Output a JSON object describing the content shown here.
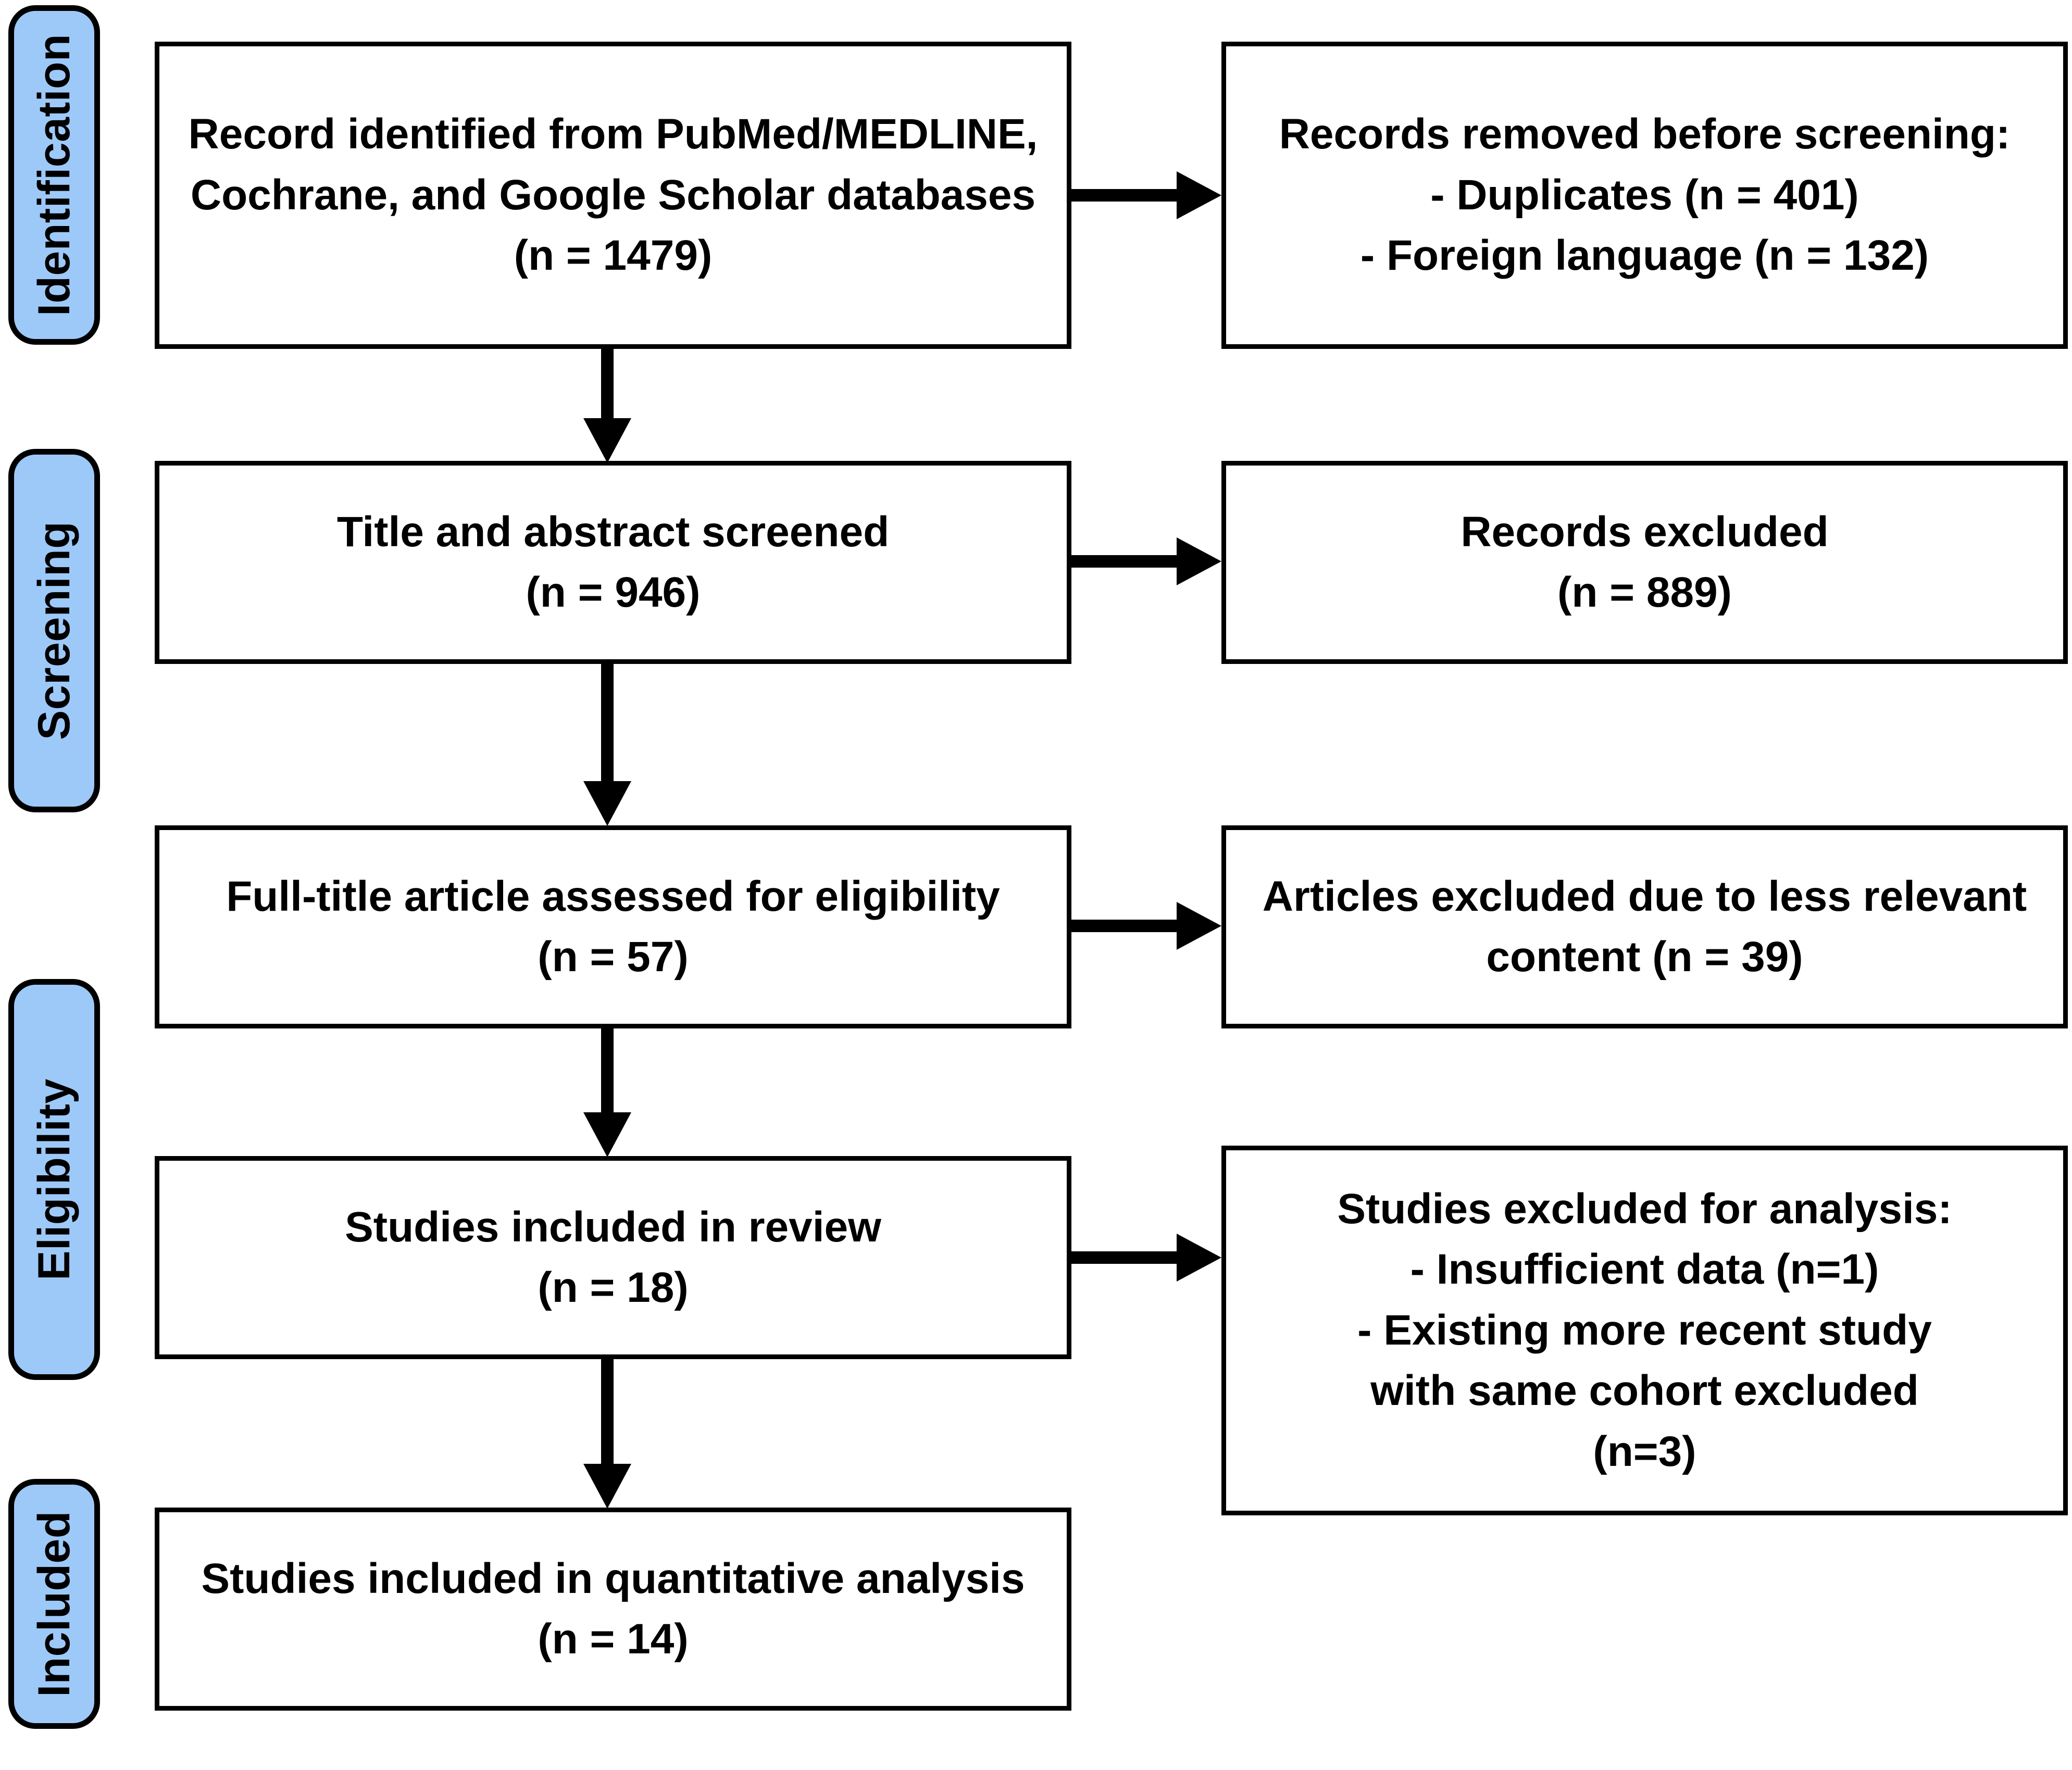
{
  "diagram": {
    "type": "prisma-flow-diagram",
    "accent_color": "#9DC9F8",
    "line_color": "#000000",
    "background_color": "#FFFFFF"
  },
  "stages": [
    {
      "id": "identification",
      "label": "Identification"
    },
    {
      "id": "screening",
      "label": "Screening"
    },
    {
      "id": "eligibility",
      "label": "Eligibility"
    },
    {
      "id": "included",
      "label": "Included"
    }
  ],
  "boxes": {
    "records_identified": {
      "text": "Record identified from PubMed/MEDLINE,\nCochrane, and Google Scholar databases\n(n = 1479)",
      "n": 1479
    },
    "records_removed": {
      "text": "Records removed before screening:\n - Duplicates (n = 401)\n - Foreign language (n = 132)",
      "duplicates_n": 401,
      "foreign_language_n": 132
    },
    "title_abstract_screened": {
      "text": "Title and abstract screened\n(n = 946)",
      "n": 946
    },
    "records_excluded": {
      "text": "Records excluded\n(n = 889)",
      "n": 889
    },
    "full_text_assessed": {
      "text": "Full-title article assessed for eligibility\n(n = 57)",
      "n": 57
    },
    "articles_excluded": {
      "text": "Articles excluded due to less relevant\ncontent (n = 39)",
      "n": 39
    },
    "studies_included_review": {
      "text": "Studies included in review\n(n = 18)",
      "n": 18
    },
    "studies_excluded_analysis": {
      "text": "Studies excluded for analysis:\n - Insufficient data (n=1)\n - Existing more recent study\n with same cohort excluded\n(n=3)",
      "insufficient_data_n": 1,
      "same_cohort_n": 3
    },
    "studies_included_quantitative": {
      "text": "Studies included in quantitative analysis\n(n = 14)",
      "n": 14
    }
  },
  "connectors": [
    {
      "id": "identified-to-removed",
      "direction": "right"
    },
    {
      "id": "identified-to-screened",
      "direction": "down"
    },
    {
      "id": "screened-to-excluded",
      "direction": "right"
    },
    {
      "id": "screened-to-fulltext",
      "direction": "down"
    },
    {
      "id": "fulltext-to-articles-excluded",
      "direction": "right"
    },
    {
      "id": "fulltext-to-review",
      "direction": "down"
    },
    {
      "id": "review-to-analysis-excluded",
      "direction": "right"
    },
    {
      "id": "review-to-quantitative",
      "direction": "down"
    }
  ]
}
